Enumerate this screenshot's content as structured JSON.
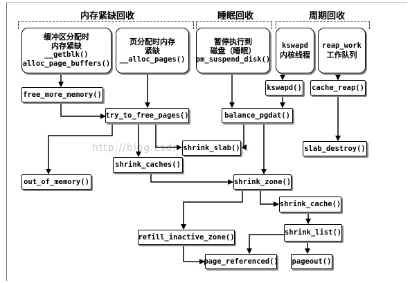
{
  "headers": {
    "memory_shortage": "内存紧缺回收",
    "sleep": "睡眠回收",
    "periodic": "周期回收"
  },
  "sources": {
    "getblk": [
      "缓冲区分配时",
      "内存紧缺",
      "__getblk()",
      "alloc_page_buffers()"
    ],
    "alloc_pages": [
      "页分配时内存",
      "紧缺",
      "__alloc_pages()"
    ],
    "suspend": [
      "暂停执行到",
      "磁盘（睡眠）",
      "pm_suspend_disk()"
    ],
    "kswapd_thread": [
      "kswapd",
      "内核线程"
    ],
    "reap_work": [
      "reap_work",
      "工作队列"
    ]
  },
  "functions": {
    "free_more_memory": "free_more_memory()",
    "try_to_free_pages": "try_to_free_pages()",
    "kswapd": "kswapd()",
    "cache_reap": "cache_reap()",
    "balance_pgdat": "balance_pgdat()",
    "shrink_slab": "shrink_slab()",
    "slab_destroy": "slab_destroy()",
    "shrink_caches": "shrink_caches()",
    "out_of_memory": "out_of_memory()",
    "shrink_zone": "shrink_zone()",
    "shrink_cache": "shrink_cache()",
    "refill_inactive_zone": "refill_inactive_zone()",
    "shrink_list": "shrink_list()",
    "page_referenced": "page_referenced()",
    "pageout": "pageout()"
  },
  "watermark": "http://blog.csdn.net/uyuge_t"
}
